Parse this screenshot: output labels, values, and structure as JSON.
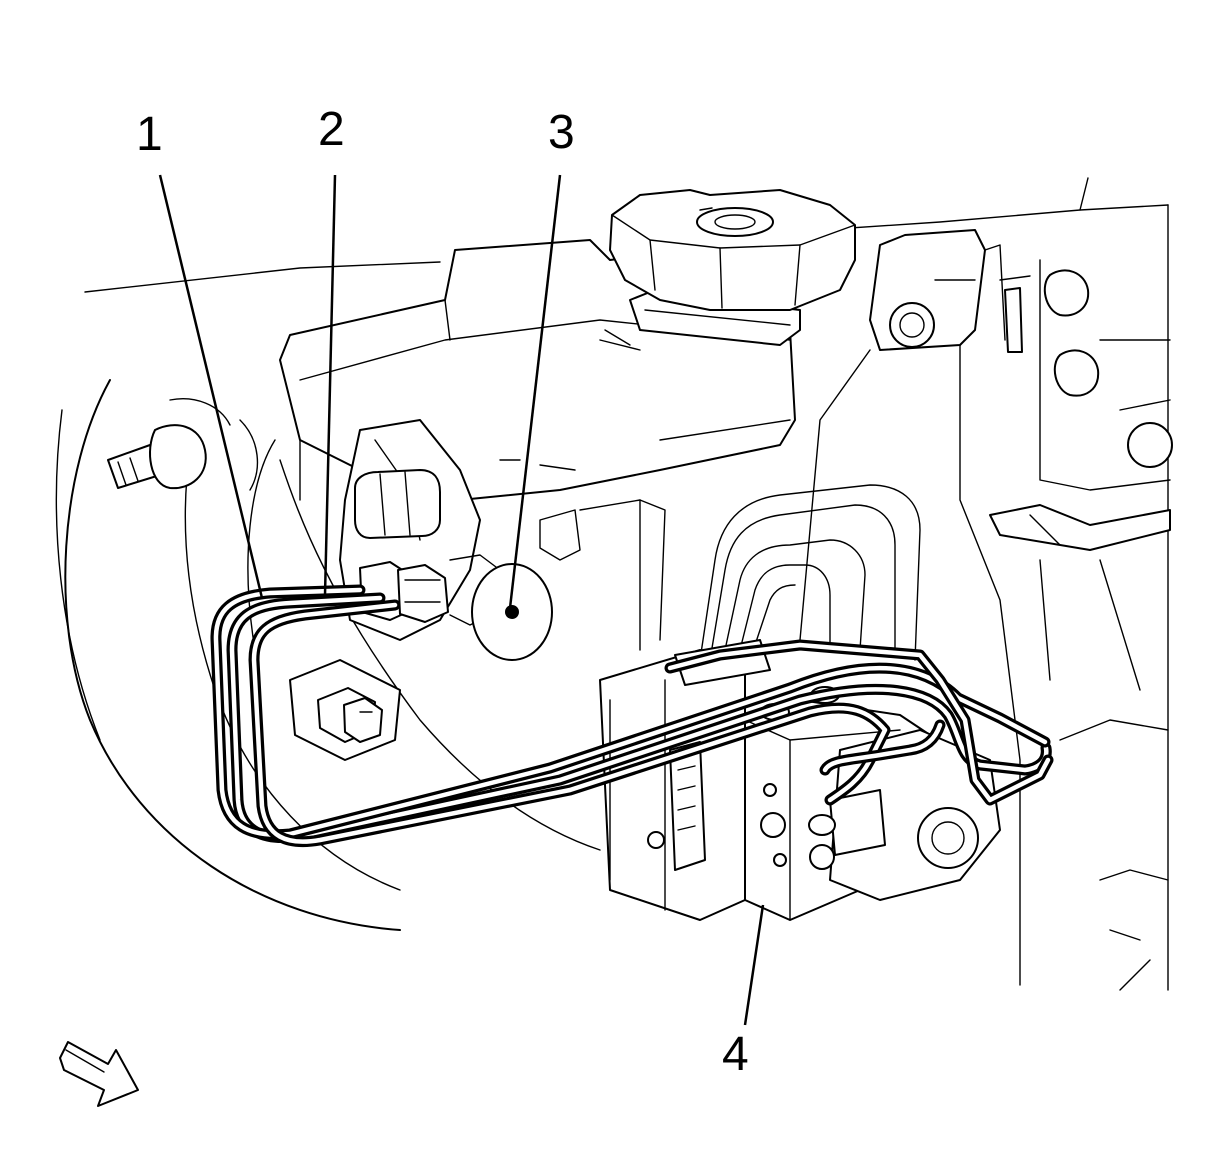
{
  "callouts": [
    {
      "id": "1",
      "label": "1"
    },
    {
      "id": "2",
      "label": "2"
    },
    {
      "id": "3",
      "label": "3"
    },
    {
      "id": "4",
      "label": "4"
    }
  ],
  "view_arrow": {
    "icon": "view-direction-arrow-icon"
  }
}
